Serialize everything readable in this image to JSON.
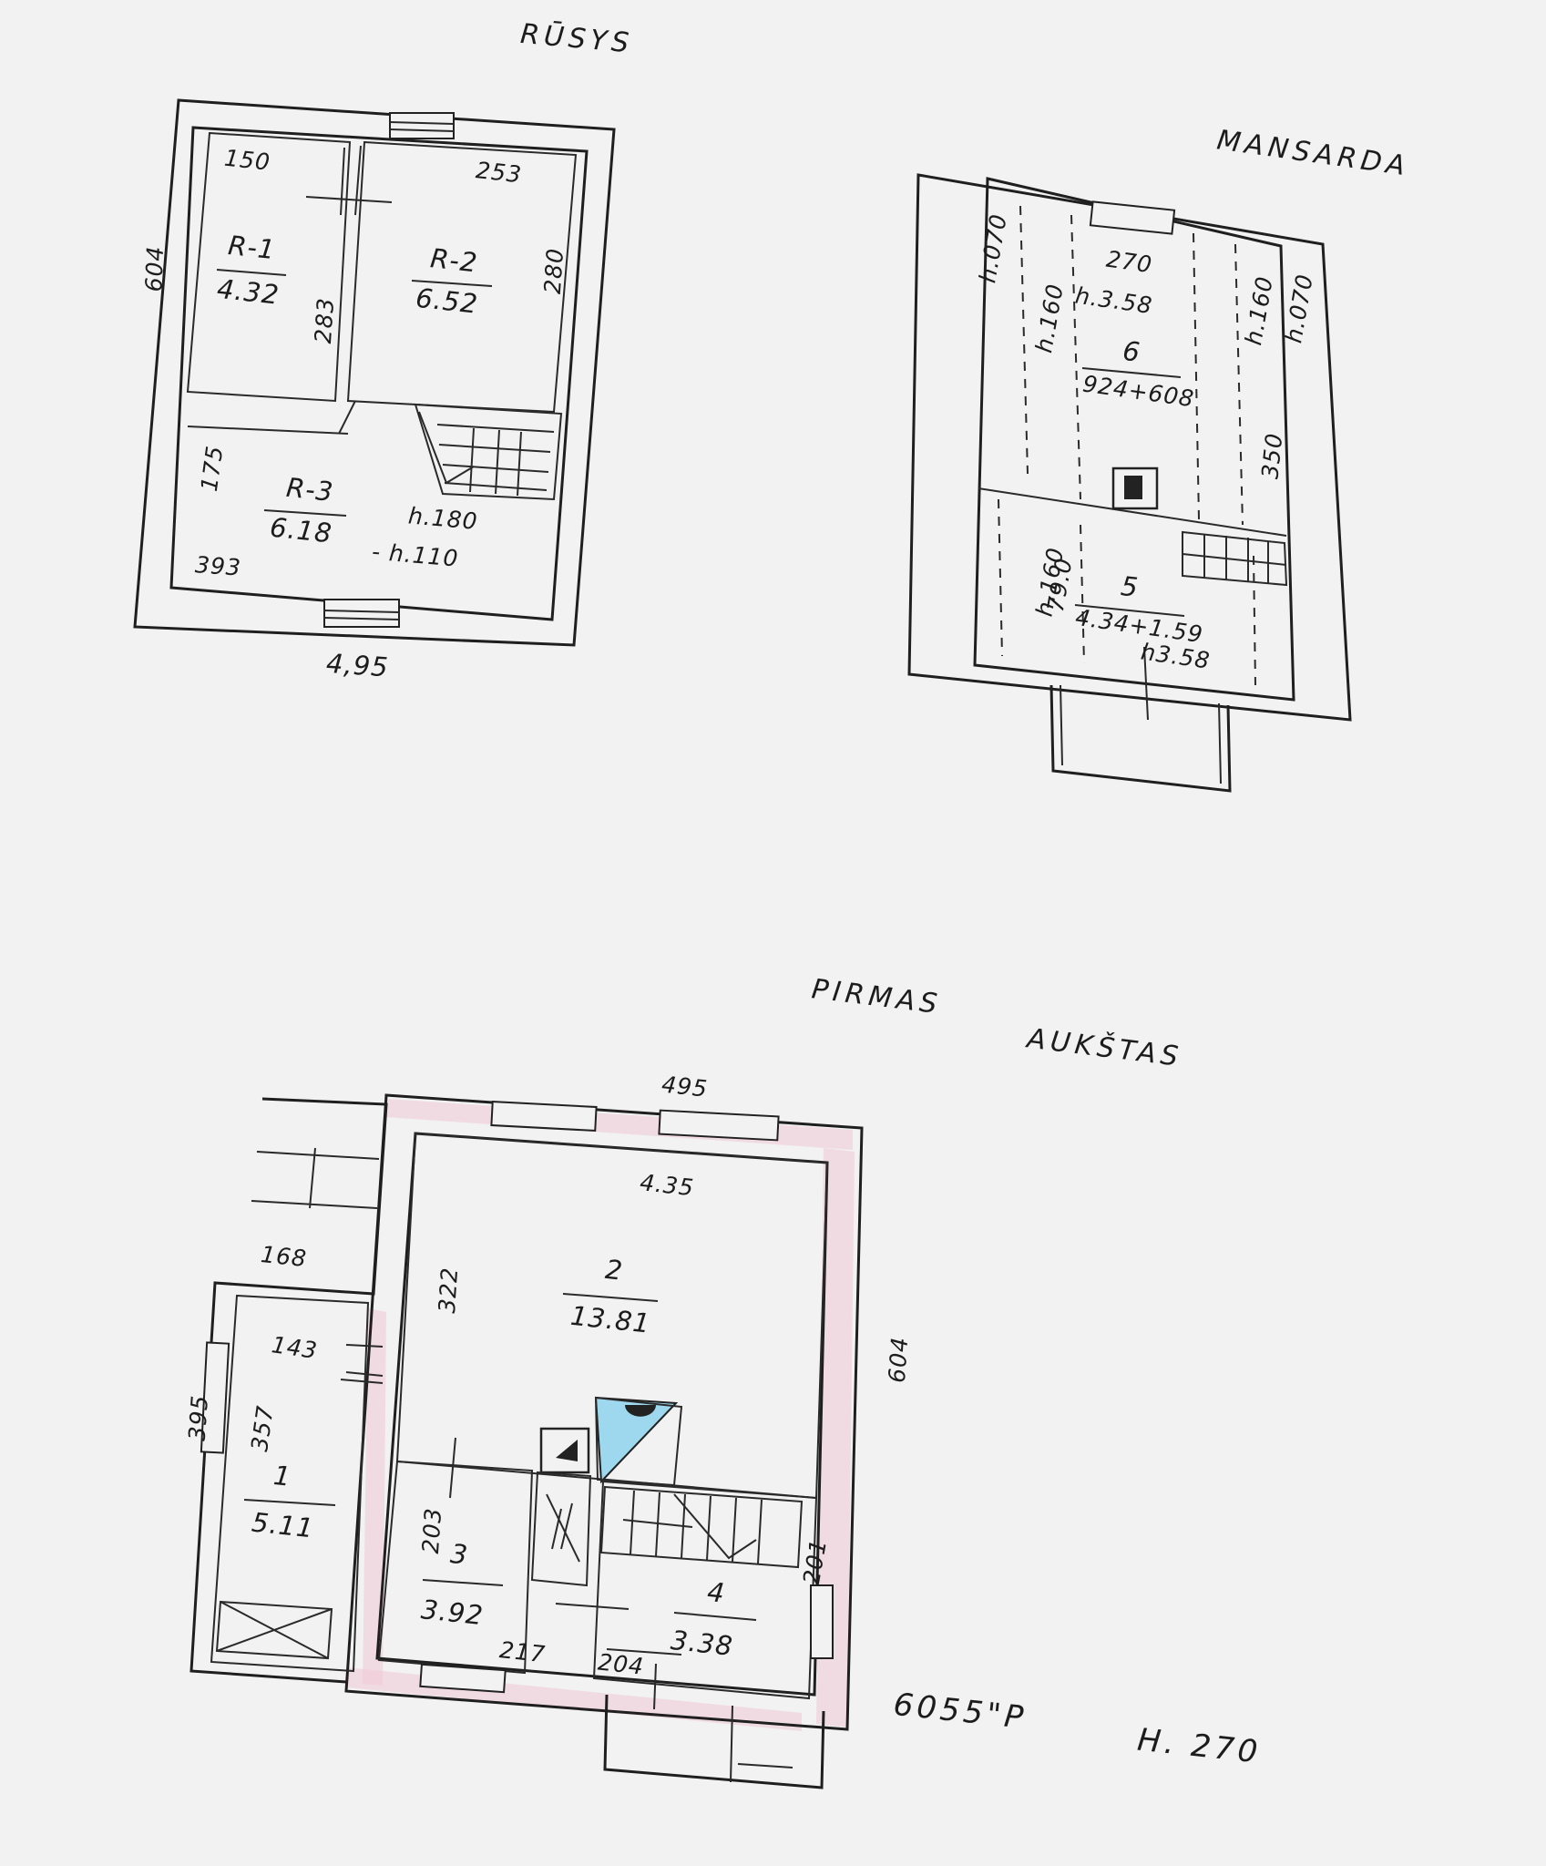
{
  "plans": {
    "rusys": {
      "title": "RŪSYS",
      "labels": {
        "r1_width": "150",
        "r2_width": "253",
        "height_total": "604",
        "r1_name": "R-1",
        "r1_area": "4.32",
        "r1_depth": "283",
        "r2_name": "R-2",
        "r2_area": "6.52",
        "r2_depth": "280",
        "r3_depth": "175",
        "r3_name": "R-3",
        "r3_area": "6.18",
        "r3_width": "393",
        "height_1": "h.180",
        "height_2": "- h.110",
        "width_total": "4,95"
      }
    },
    "mansarda": {
      "title": "MANSARDA",
      "labels": {
        "h_left_outer": "h.070",
        "h_left_inner": "h.160",
        "width_top": "270",
        "h_center": "h.3.58",
        "h_right_inner": "h.160",
        "h_right_outer": "h.070",
        "room6_name": "6",
        "room6_area": "924+608",
        "depth_right": "350",
        "h_bottom_left": "h.160",
        "bottom_left_width": "79.0",
        "room5_name": "5",
        "room5_area": "4.34+1.59",
        "h_bottom": "h3.58"
      }
    },
    "pirmas": {
      "title_1": "PIRMAS",
      "title_2": "AUKŠTAS",
      "labels": {
        "width_total": "495",
        "room2_width": "4.35",
        "room2_name": "2",
        "room2_area": "13.81",
        "room2_depth": "322",
        "height_total": "604",
        "w_168": "168",
        "w_143": "143",
        "h_395": "395",
        "h_357": "357",
        "room1_name": "1",
        "room1_area": "5.11",
        "d_203": "203",
        "room3_name": "3",
        "room3_area": "3.92",
        "w_217": "217",
        "w_204": "204",
        "room4_name": "4",
        "room4_area": "3.38",
        "d_201": "201"
      }
    }
  },
  "footer": {
    "area_label": "6055\"P",
    "height_label": "H. 270"
  },
  "colors": {
    "paper": "#f1f2f1",
    "ink": "#1c1c1c",
    "pink_highlight": "#f1c9d6",
    "blue_highlight": "#9ed8ee"
  }
}
